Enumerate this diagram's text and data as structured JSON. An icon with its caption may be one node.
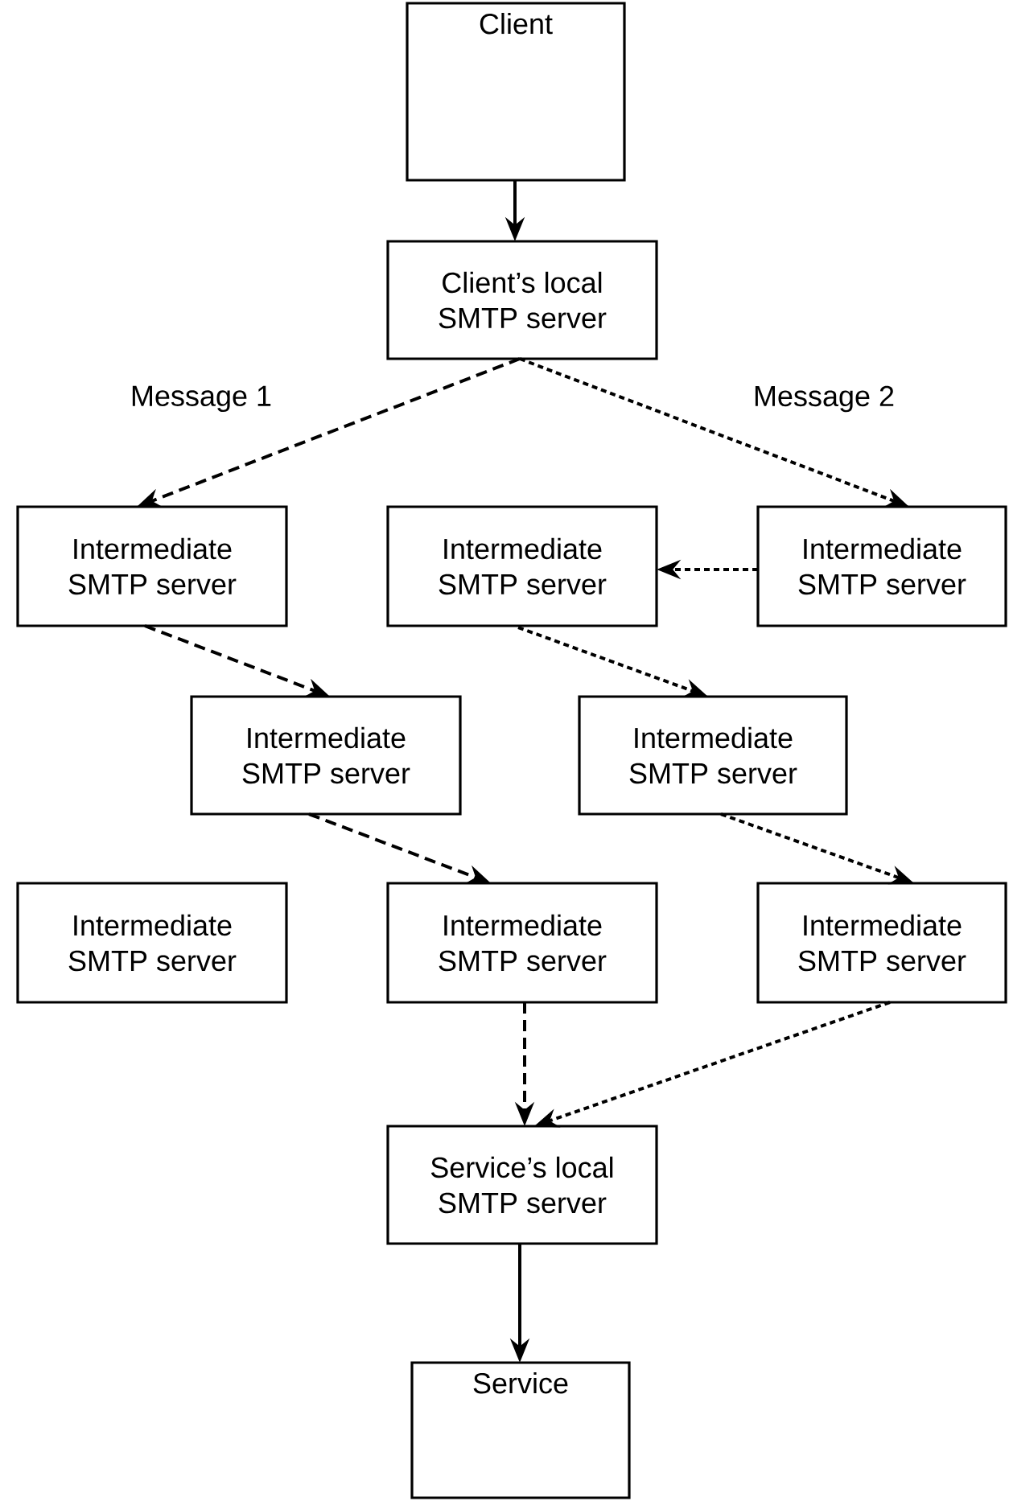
{
  "diagram": {
    "nodes": [
      {
        "text": [
          "Client"
        ]
      },
      {
        "text": [
          "Client’s local SMTP server"
        ]
      },
      {
        "text": [
          "Intermediate SMTP server"
        ]
      },
      {
        "text": [
          "Intermediate SMTP server"
        ]
      },
      {
        "text": [
          "Intermediate SMTP server"
        ]
      },
      {
        "text": [
          "Intermediate SMTP server"
        ]
      },
      {
        "text": [
          "Intermediate SMTP server"
        ]
      },
      {
        "text": [
          "Intermediate SMTP server"
        ]
      },
      {
        "text": [
          "Intermediate SMTP server"
        ]
      },
      {
        "text": [
          "Intermediate SMTP server"
        ]
      },
      {
        "text": [
          "Service’s local SMTP server"
        ]
      },
      {
        "text": [
          "Service"
        ]
      }
    ],
    "edges": [
      {
        "from": 0,
        "to": 1,
        "arrow": "to"
      },
      {
        "from": 1,
        "to": 2,
        "arrow": "to",
        "style": "dashed"
      },
      {
        "from": 1,
        "to": 4,
        "arrow": "to",
        "style": "dashed"
      },
      {
        "from": 4,
        "to": 3,
        "arrow": "to",
        "style": "dashed"
      },
      {
        "from": 2,
        "to": 5,
        "arrow": "to",
        "style": "dashed"
      },
      {
        "from": 3,
        "to": 6,
        "arrow": "to",
        "style": "dashed"
      },
      {
        "from": 5,
        "to": 8,
        "arrow": "to",
        "style": "dashed"
      },
      {
        "from": 6,
        "to": 9,
        "arrow": "to",
        "style": "dashed"
      },
      {
        "from": 8,
        "to": 10,
        "arrow": "to",
        "style": "dashed"
      },
      {
        "from": 9,
        "to": 10,
        "arrow": "to",
        "style": "dashed"
      },
      {
        "from": 10,
        "to": 11,
        "arrow": "to"
      }
    ],
    "labels": [
      "Message 1",
      "Message 2"
    ]
  }
}
